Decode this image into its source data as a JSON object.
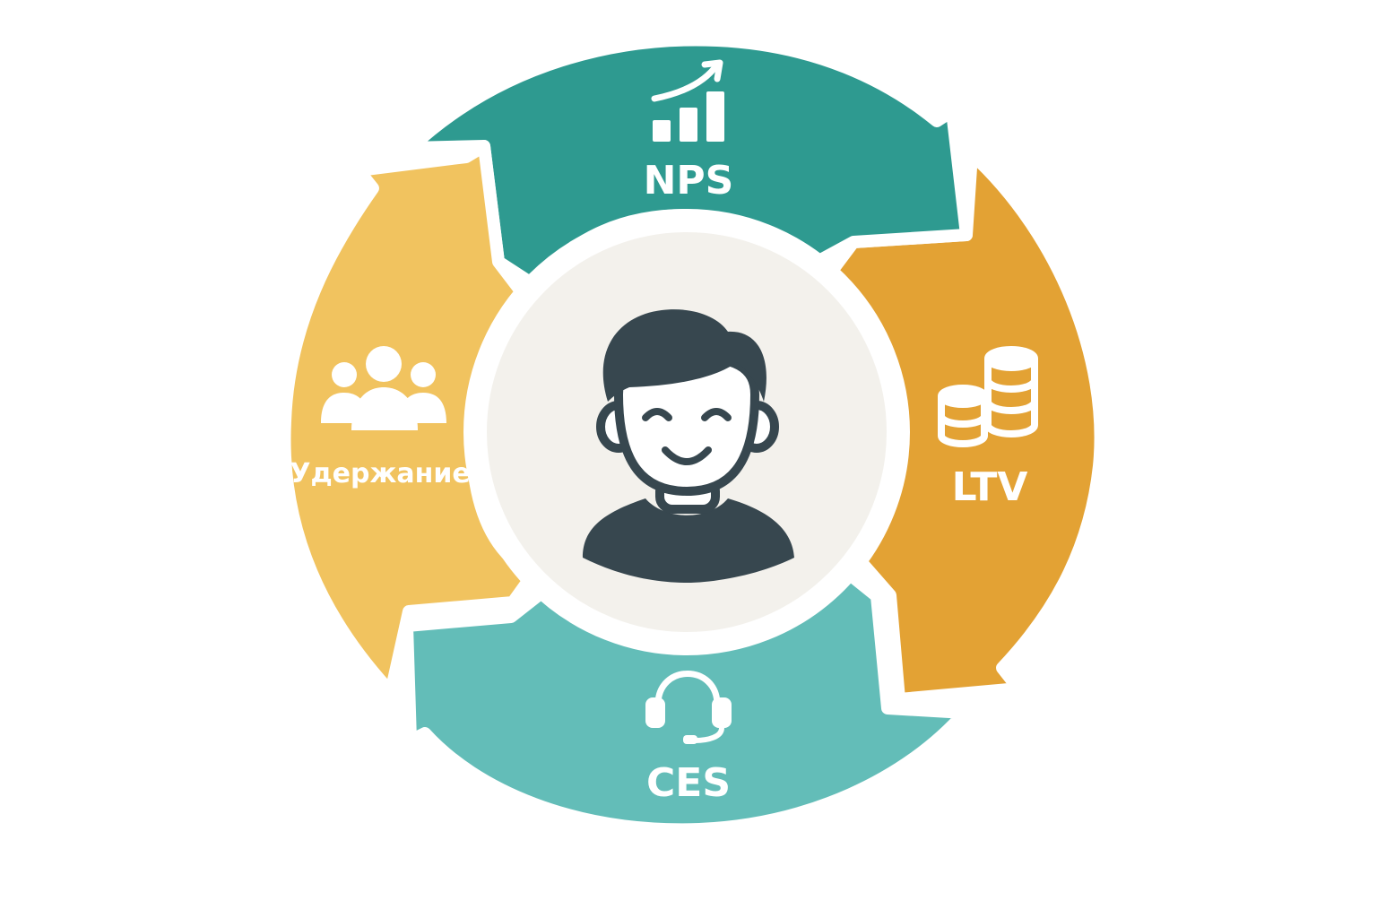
{
  "segments": {
    "nps": {
      "label": "NPS",
      "icon": "bar-chart-trend-icon",
      "color": "#2e9a90"
    },
    "ltv": {
      "label": "LTV",
      "icon": "coins-stack-icon",
      "color": "#e3a234"
    },
    "ces": {
      "label": "CES",
      "icon": "headset-icon",
      "color": "#63bdb8"
    },
    "retention": {
      "label": "Удержание",
      "icon": "users-group-icon",
      "color": "#f1c35f"
    }
  },
  "center": {
    "icon": "customer-avatar-icon",
    "fill": "#f3f1ec",
    "figure_color": "#37474f"
  }
}
